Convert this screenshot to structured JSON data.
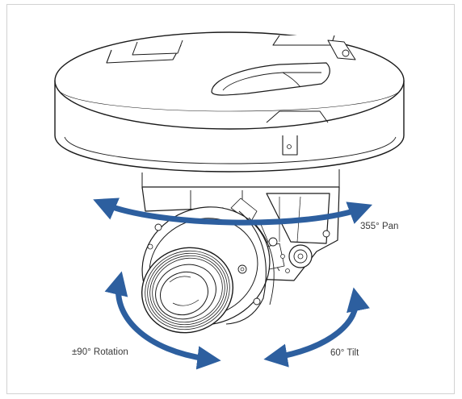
{
  "labels": {
    "pan": "355° Pan",
    "rotation": "±90° Rotation",
    "tilt": "60° Tilt"
  },
  "colors": {
    "arrow": "#2d5f9f",
    "line": "#1a1a1a",
    "frame": "#d2d2d2",
    "text": "#3a3a3a"
  }
}
